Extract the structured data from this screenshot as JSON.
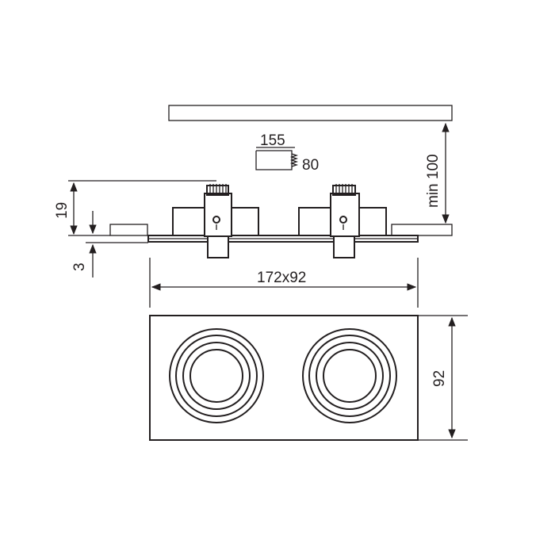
{
  "dimensions": {
    "cutout_size": "172x92",
    "height_label": "92",
    "ceiling_clearance": "min 100",
    "body_height": "19",
    "flange_thickness": "3",
    "packaging_width": "155",
    "packaging_height": "80"
  },
  "colors": {
    "line": "#231f20",
    "background": "#ffffff"
  }
}
